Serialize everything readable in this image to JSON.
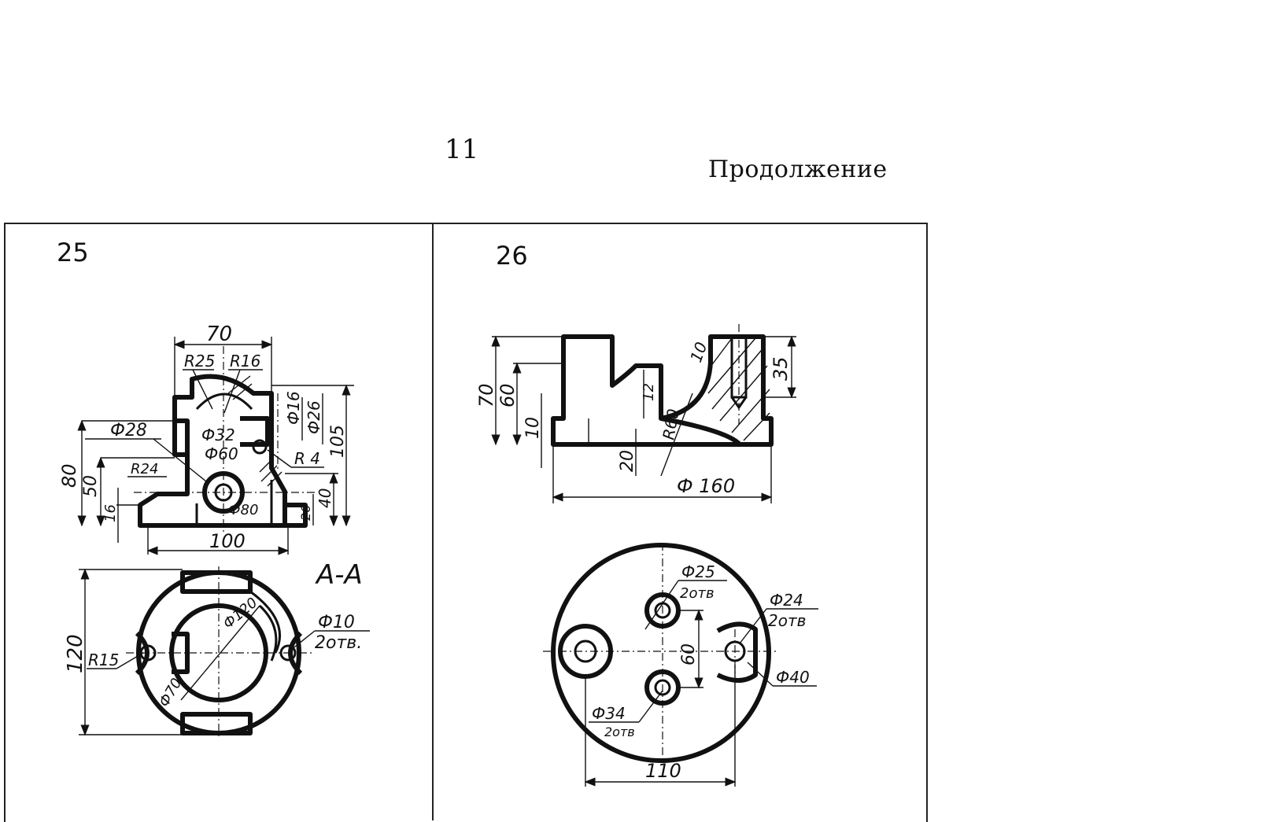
{
  "header": {
    "page_number": "11",
    "continuation": "Продолжение"
  },
  "figures": [
    {
      "number": "25",
      "section_label": "А-А",
      "dimensions": [
        "70",
        "R25",
        "R16",
        "Ф28",
        "Ф32",
        "Ф60",
        "R24",
        "Ф80",
        "80",
        "50",
        "16",
        "100",
        "105",
        "Ф26",
        "Ф16",
        "R 4",
        "40",
        "26",
        "120",
        "R15",
        "Ф120",
        "Ф70",
        "Ф10",
        "2отв."
      ]
    },
    {
      "number": "26",
      "dimensions": [
        "70",
        "60",
        "10",
        "20",
        "35",
        "10",
        "12",
        "R60",
        "Ф 160",
        "Ф25",
        "2отв",
        "Ф24",
        "2отв",
        "60",
        "Ф40",
        "Ф34",
        "2отв",
        "110"
      ]
    }
  ]
}
